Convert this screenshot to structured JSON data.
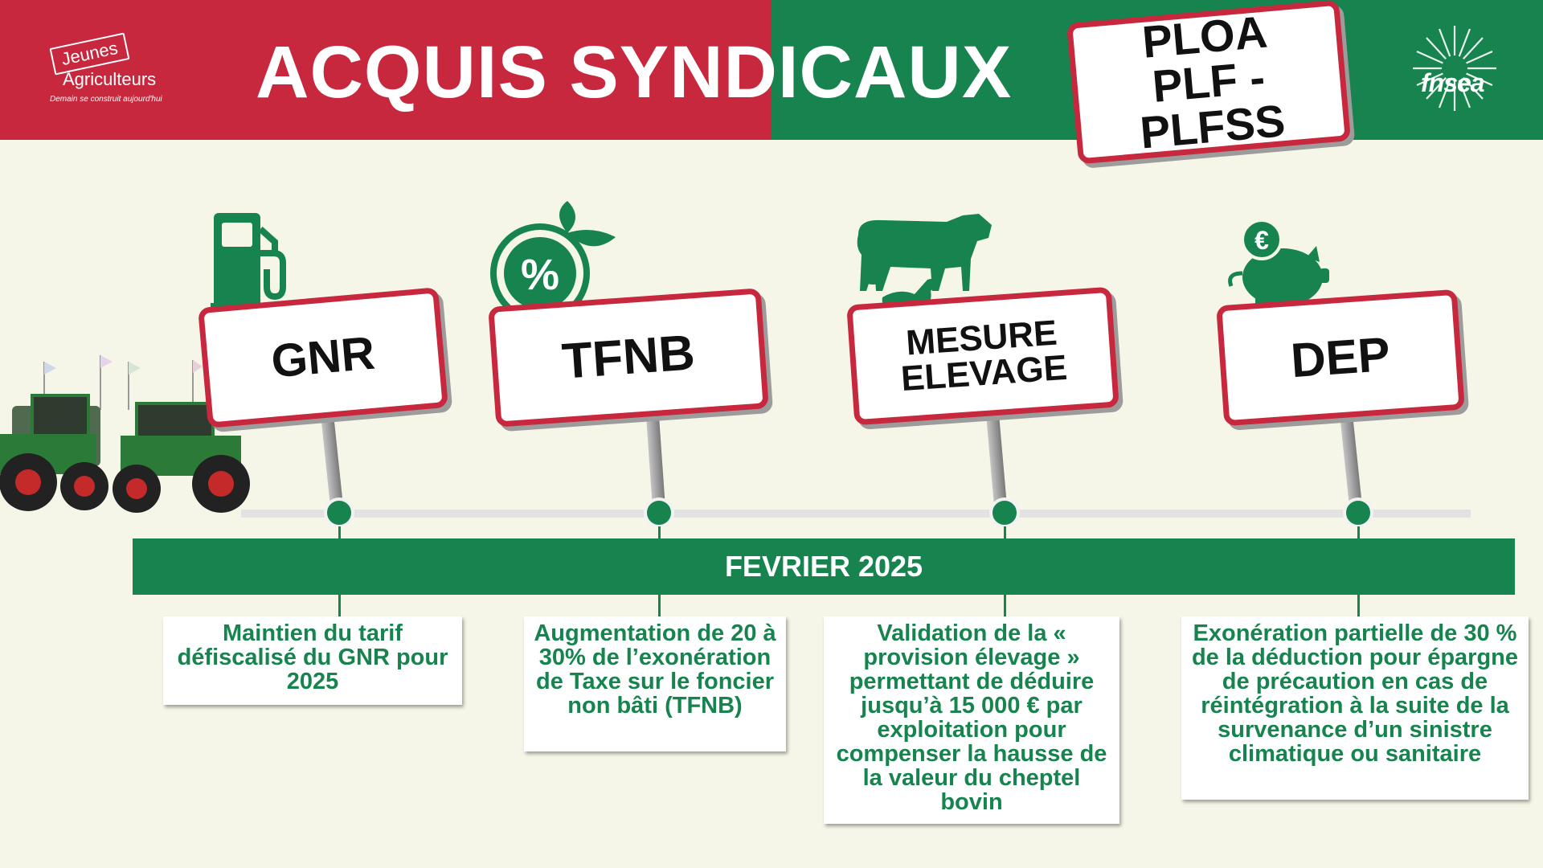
{
  "header": {
    "title": "ACQUIS SYNDICAUX",
    "logo_left": {
      "line1": "Jeunes",
      "line2": "Agriculteurs",
      "slogan": "Demain se construit aujourd'hui"
    },
    "logo_right": {
      "text": "fnsea"
    },
    "tag_sign": {
      "line1": "PLOA",
      "line2": "PLF - PLFSS"
    },
    "colors": {
      "red": "#c8283e",
      "green": "#17834f"
    }
  },
  "timeline": {
    "date_label": "FEVRIER 2025",
    "items": [
      {
        "sign": "GNR",
        "icon": "fuel-pump-icon",
        "description": "Maintien du tarif défiscalisé du GNR pour 2025"
      },
      {
        "sign": "TFNB",
        "icon": "percent-leaf-icon",
        "description": "Augmentation de 20 à 30% de l’exonération de Taxe sur le foncier non bâti (TFNB)"
      },
      {
        "sign_line1": "MESURE",
        "sign_line2": "ELEVAGE",
        "icon": "livestock-icon",
        "description": "Validation de la « provision élevage » permettant de déduire jusqu’à 15 000 € par exploitation pour compenser la hausse de la valeur du cheptel bovin"
      },
      {
        "sign": "DEP",
        "icon": "piggy-bank-euro-icon",
        "description": "Exonération partielle de 30 % de la déduction pour épargne de précaution en cas de réintégration à la suite de la survenance d’un sinistre climatique ou sanitaire"
      }
    ]
  }
}
